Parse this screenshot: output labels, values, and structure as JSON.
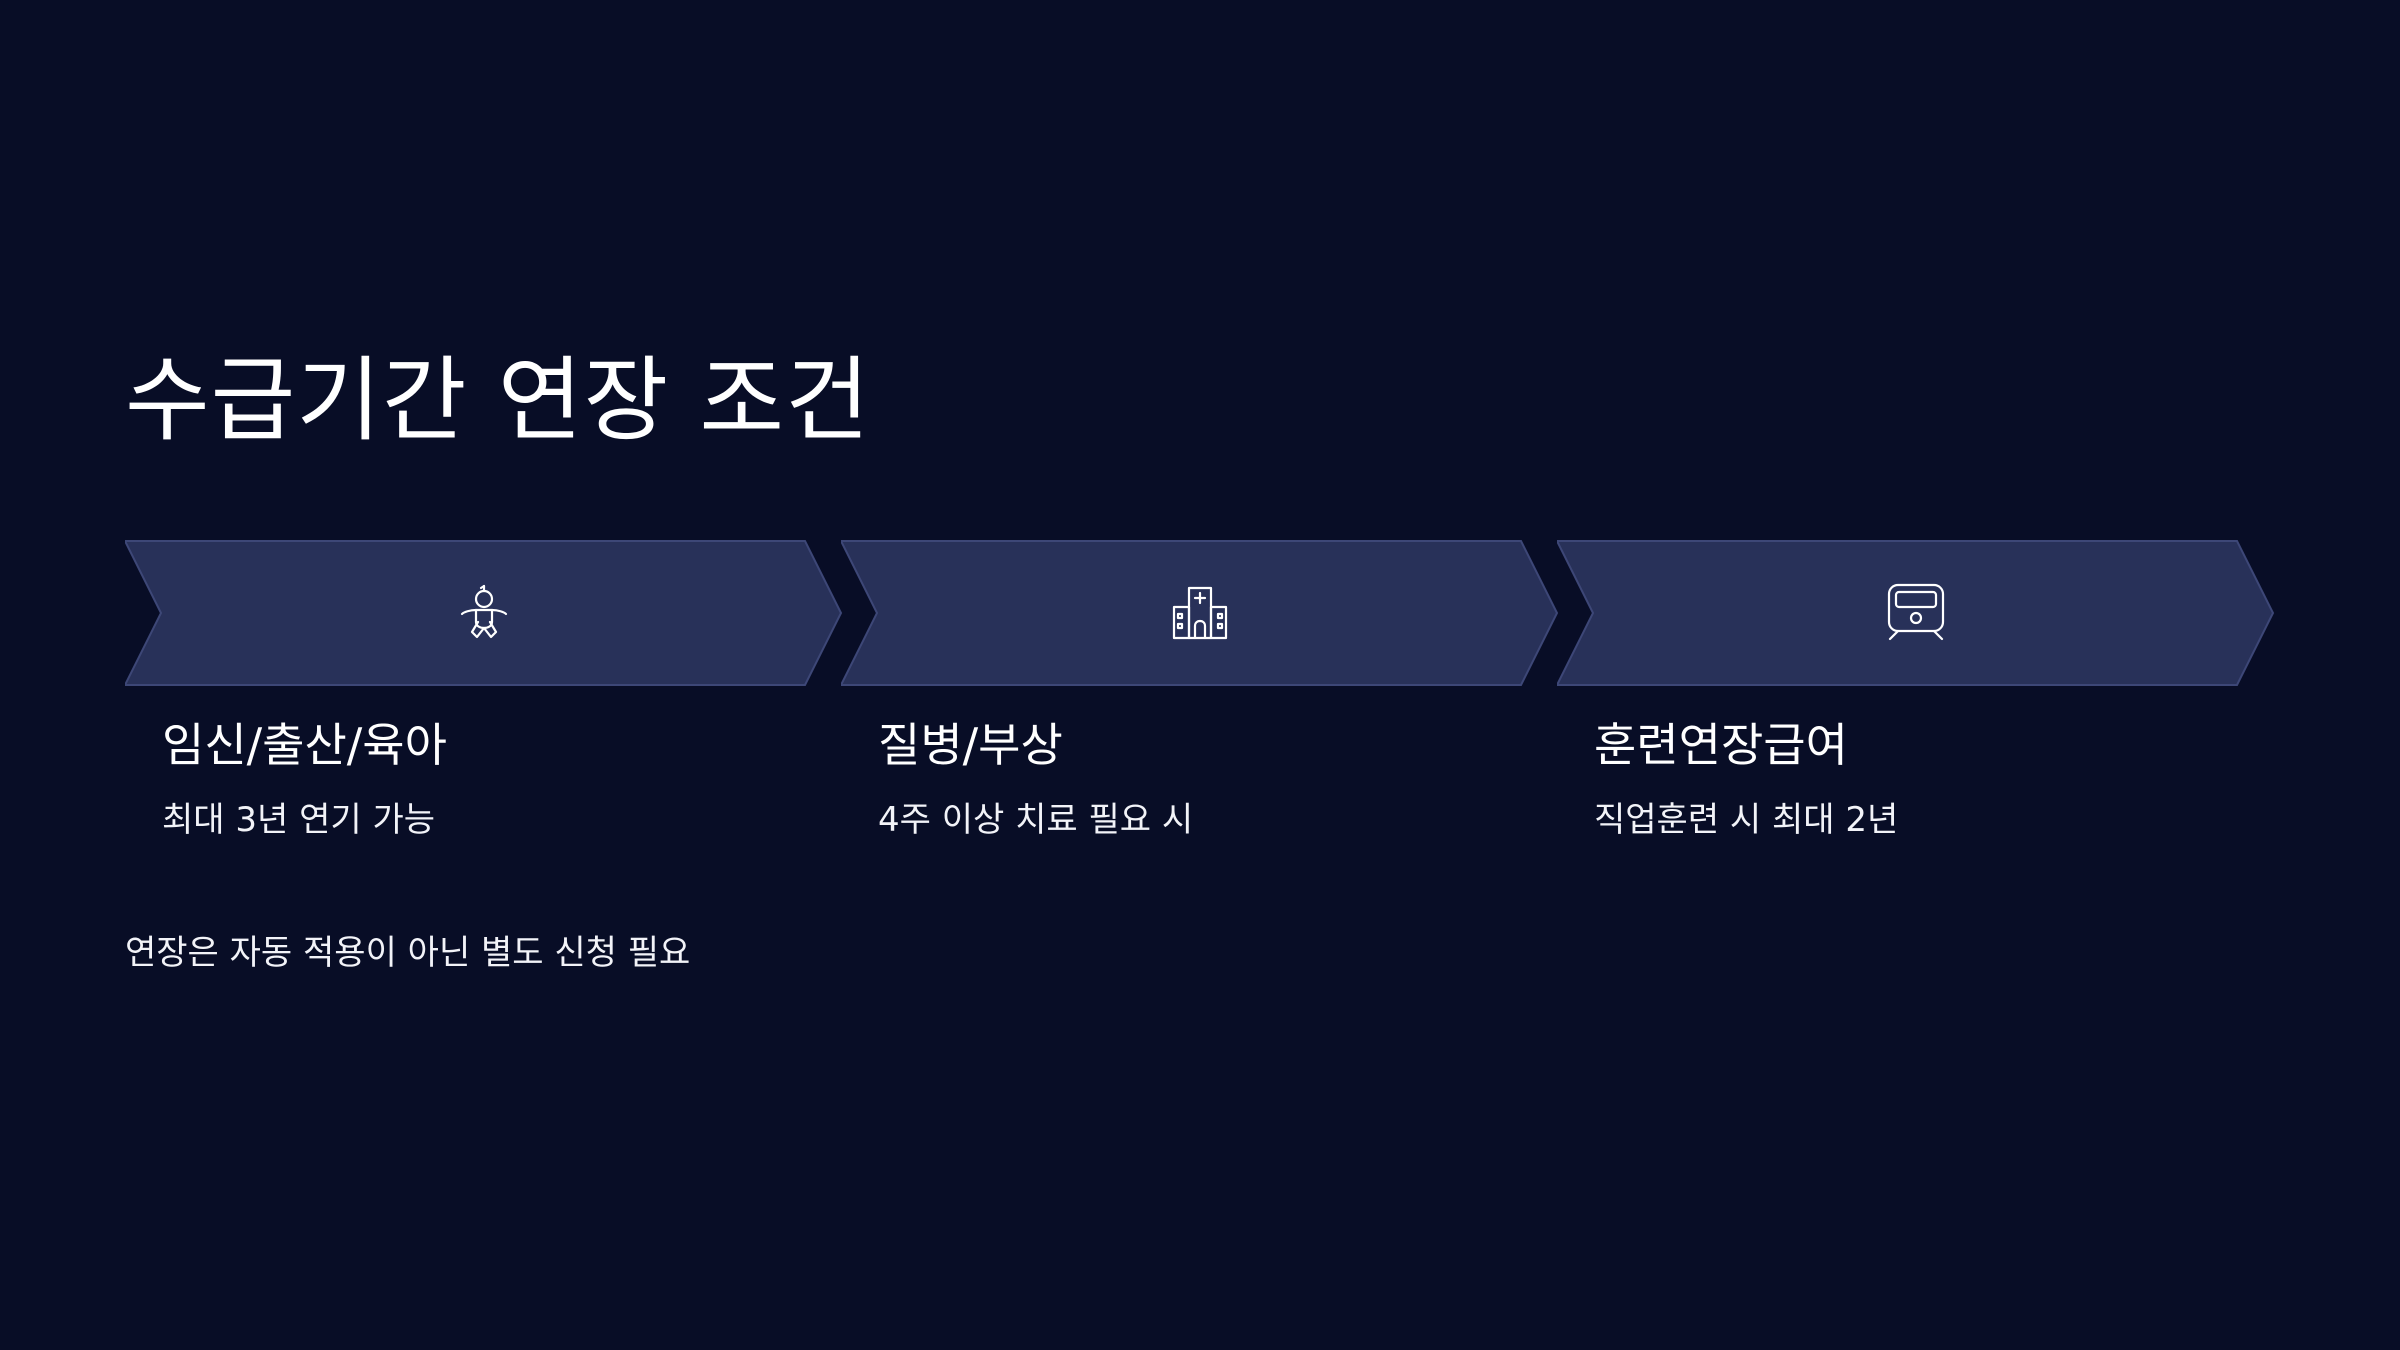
{
  "slide": {
    "title": "수급기간 연장 조건",
    "note": "연장은 자동 적용이 아닌 별도 신청 필요",
    "colors": {
      "background": "#080d26",
      "chevron_fill": "#283159",
      "chevron_stroke": "#3d4777",
      "text": "#ffffff"
    },
    "steps": [
      {
        "icon": "baby-icon",
        "title": "임신/출산/육아",
        "description": "최대 3년 연기 가능"
      },
      {
        "icon": "hospital-icon",
        "title": "질병/부상",
        "description": "4주 이상 치료 필요 시"
      },
      {
        "icon": "train-icon",
        "title": "훈련연장급여",
        "description": "직업훈련 시 최대 2년"
      }
    ]
  }
}
